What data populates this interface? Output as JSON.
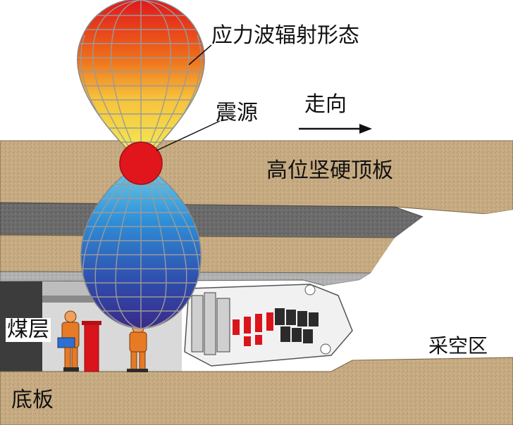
{
  "labels": {
    "radiation_pattern": "应力波辐射形态",
    "seismic_source": "震源",
    "strike_direction": "走向",
    "hard_roof": "高位坚硬顶板",
    "coal_seam": "煤层",
    "goaf": "采空区",
    "floor": "底板"
  },
  "colors": {
    "rock_tan": "#c7ab82",
    "rock_dark_gray": "#6b6b6b",
    "rock_light_gray": "#a9a9a9",
    "source_red": "#e0161c",
    "lobe_upper_top": "#e0161c",
    "lobe_upper_bottom": "#f2f25a",
    "lobe_lower_top": "#5ec3e8",
    "lobe_lower_bottom": "#3a2a8a",
    "worker_orange": "#e67a25",
    "prop_red": "#d9141b"
  },
  "icons": [
    "right-arrow-icon",
    "miner-figure-icon",
    "hydraulic-support-icon"
  ]
}
